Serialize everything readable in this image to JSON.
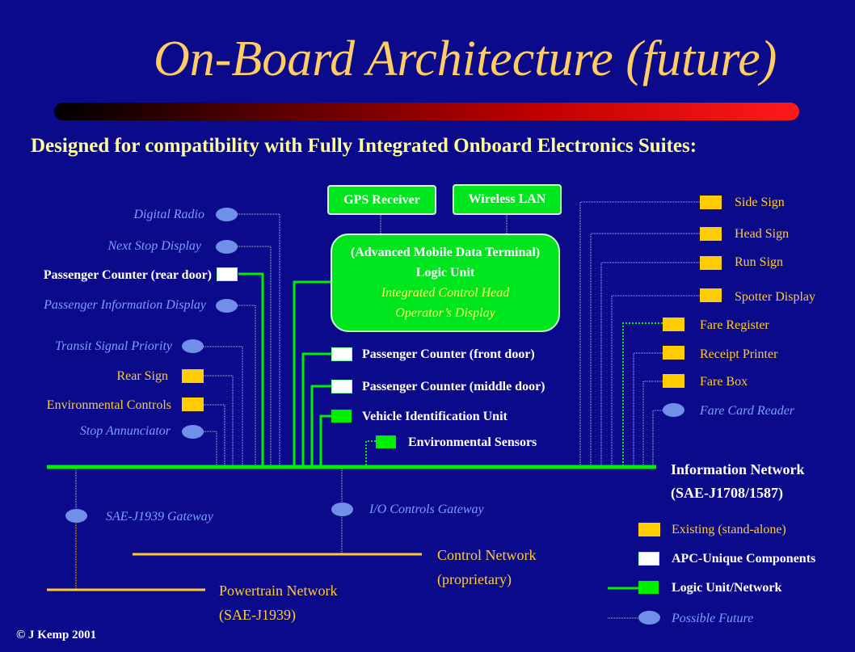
{
  "title": "On-Board Architecture (future)",
  "subtitle": "Designed for compatibility with Fully Integrated Onboard Electronics Suites:",
  "top_boxes": {
    "gps": "GPS Receiver",
    "wlan": "Wireless LAN"
  },
  "logic_unit": {
    "line1": "(Advanced Mobile Data Terminal)",
    "line2": "Logic Unit",
    "line3": "Integrated Control Head",
    "line4": "Operator’s Display"
  },
  "left_items": [
    "Digital Radio",
    "Next Stop Display",
    "Passenger Counter (rear door)",
    "Passenger Information Display",
    "Transit Signal Priority",
    "Rear Sign",
    "Environmental Controls",
    "Stop Annunciator"
  ],
  "center_items": [
    "Passenger Counter (front door)",
    "Passenger Counter (middle door)",
    "Vehicle Identification Unit",
    "Environmental Sensors"
  ],
  "right_items": [
    "Side Sign",
    "Head Sign",
    "Run Sign",
    "Spotter Display",
    "Fare Register",
    "Receipt Printer",
    "Fare Box",
    "Fare Card Reader"
  ],
  "networks": {
    "info_line1": "Information Network",
    "info_line2": "(SAE-J1708/1587)",
    "control_line1": "Control Network",
    "control_line2": "(proprietary)",
    "powertrain_line1": "Powertrain Network",
    "powertrain_line2": "(SAE-J1939)"
  },
  "gateways": {
    "j1939": "SAE-J1939 Gateway",
    "io": "I/O Controls Gateway"
  },
  "legend": {
    "existing": "Existing (stand-alone)",
    "apc": "APC-Unique Components",
    "logic": "Logic Unit/Network",
    "future": "Possible Future"
  },
  "copyright": "© J Kemp 2001",
  "colors": {
    "background": "#0a0a8a",
    "title": "#ffcc66",
    "network_green": "#00ee00",
    "existing": "#ffcc00",
    "future": "#6f8fe8",
    "network_orange": "#ffcc33"
  }
}
